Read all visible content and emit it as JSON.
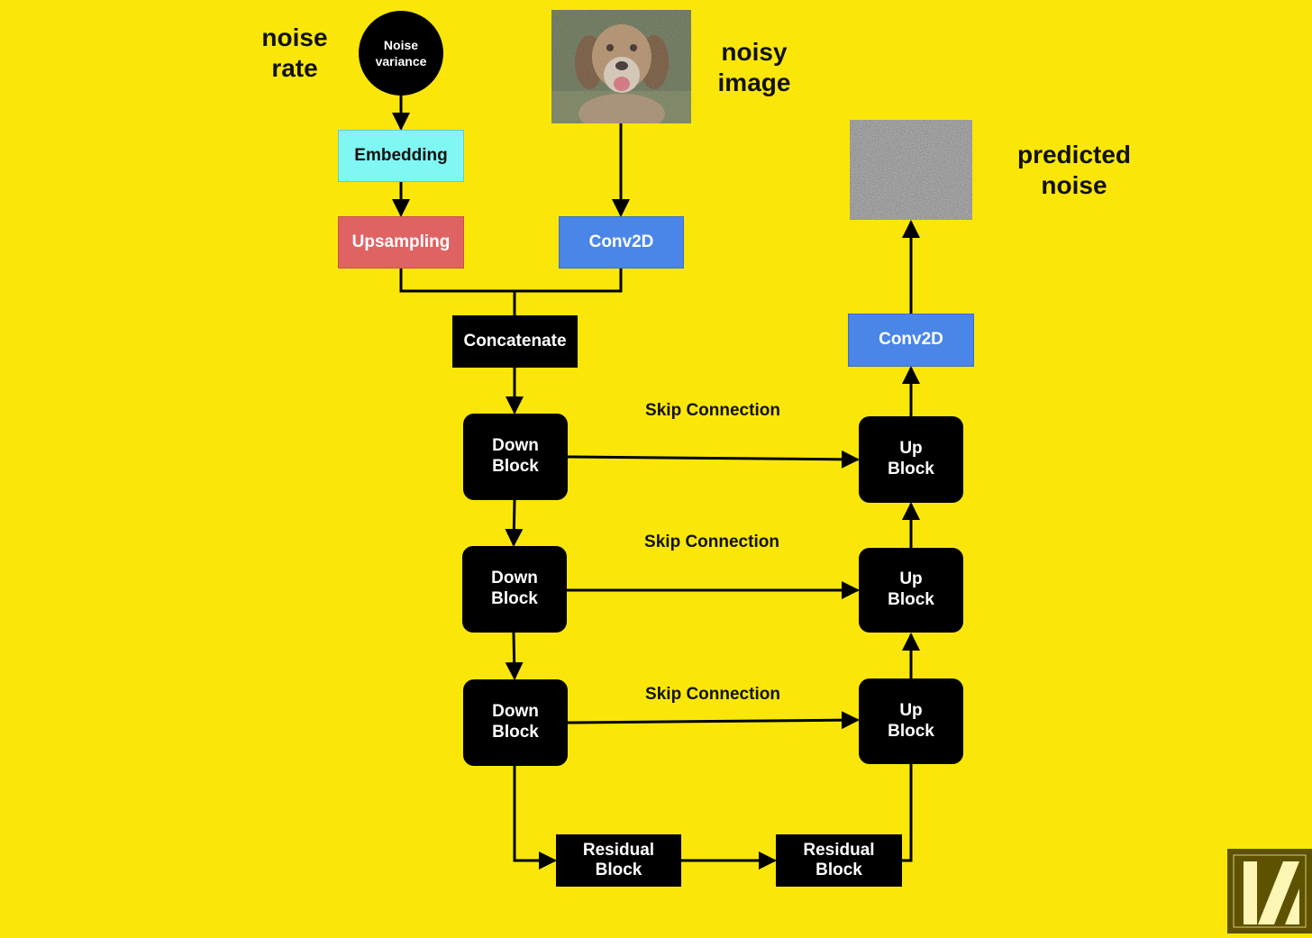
{
  "labels": {
    "noise_rate": "noise\nrate",
    "noisy_image": "noisy\nimage",
    "predicted_noise": "predicted\nnoise",
    "skip_connection_1": "Skip Connection",
    "skip_connection_2": "Skip Connection",
    "skip_connection_3": "Skip Connection"
  },
  "nodes": {
    "noise_variance": "Noise\nvariance",
    "embedding": "Embedding",
    "upsampling": "Upsampling",
    "conv2d_in": "Conv2D",
    "concatenate": "Concatenate",
    "down_block_1": "Down\nBlock",
    "down_block_2": "Down\nBlock",
    "down_block_3": "Down\nBlock",
    "residual_block_1": "Residual\nBlock",
    "residual_block_2": "Residual\nBlock",
    "up_block_1": "Up\nBlock",
    "up_block_2": "Up\nBlock",
    "up_block_3": "Up\nBlock",
    "conv2d_out": "Conv2D"
  },
  "colors": {
    "background": "#fae709",
    "embedding": "#80f7f3",
    "upsampling": "#e06363",
    "conv2d": "#4a86e8",
    "dark_block": "#000000"
  },
  "icons": {
    "noisy_image": "noisy-dog-photo-icon",
    "predicted_noise": "gray-noise-image-icon",
    "logo": "slash-logo-icon"
  }
}
